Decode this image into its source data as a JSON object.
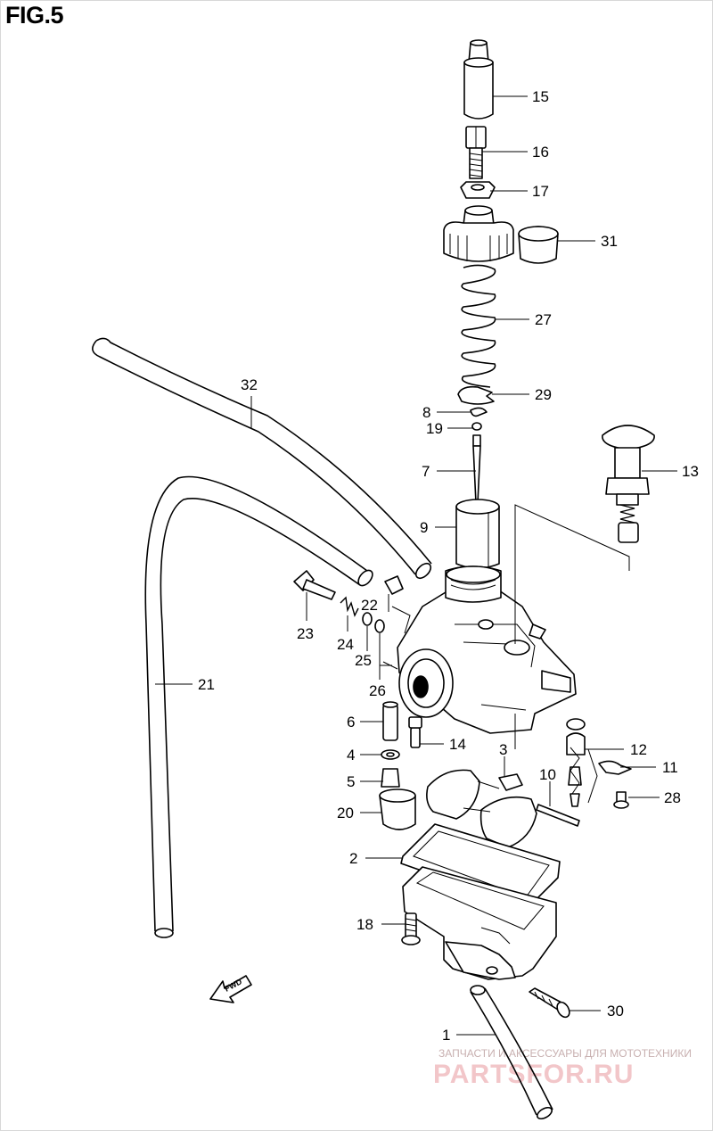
{
  "figure": {
    "title": "FIG.5"
  },
  "fwd_label": "FWD",
  "watermark": {
    "caption": "ЗАПЧАСТИ И АКСЕССУАРЫ ДЛЯ МОТОТЕХНИКИ",
    "logo": "PARTSFOR.RU",
    "color": "#f2c6c9"
  },
  "callouts": [
    {
      "id": "c15",
      "text": "15"
    },
    {
      "id": "c16",
      "text": "16"
    },
    {
      "id": "c17",
      "text": "17"
    },
    {
      "id": "c31",
      "text": "31"
    },
    {
      "id": "c27",
      "text": "27"
    },
    {
      "id": "c29",
      "text": "29"
    },
    {
      "id": "c8",
      "text": "8"
    },
    {
      "id": "c19",
      "text": "19"
    },
    {
      "id": "c7",
      "text": "7"
    },
    {
      "id": "c13",
      "text": "13"
    },
    {
      "id": "c9",
      "text": "9"
    },
    {
      "id": "c32",
      "text": "32"
    },
    {
      "id": "c22",
      "text": "22"
    },
    {
      "id": "c23",
      "text": "23"
    },
    {
      "id": "c24",
      "text": "24"
    },
    {
      "id": "c25",
      "text": "25"
    },
    {
      "id": "c26",
      "text": "26"
    },
    {
      "id": "c21",
      "text": "21"
    },
    {
      "id": "c6",
      "text": "6"
    },
    {
      "id": "c14",
      "text": "14"
    },
    {
      "id": "c4",
      "text": "4"
    },
    {
      "id": "c3",
      "text": "3"
    },
    {
      "id": "c12",
      "text": "12"
    },
    {
      "id": "c11",
      "text": "11"
    },
    {
      "id": "c5",
      "text": "5"
    },
    {
      "id": "c10",
      "text": "10"
    },
    {
      "id": "c20",
      "text": "20"
    },
    {
      "id": "c28",
      "text": "28"
    },
    {
      "id": "c2",
      "text": "2"
    },
    {
      "id": "c18",
      "text": "18"
    },
    {
      "id": "c30",
      "text": "30"
    },
    {
      "id": "c1",
      "text": "1"
    }
  ]
}
